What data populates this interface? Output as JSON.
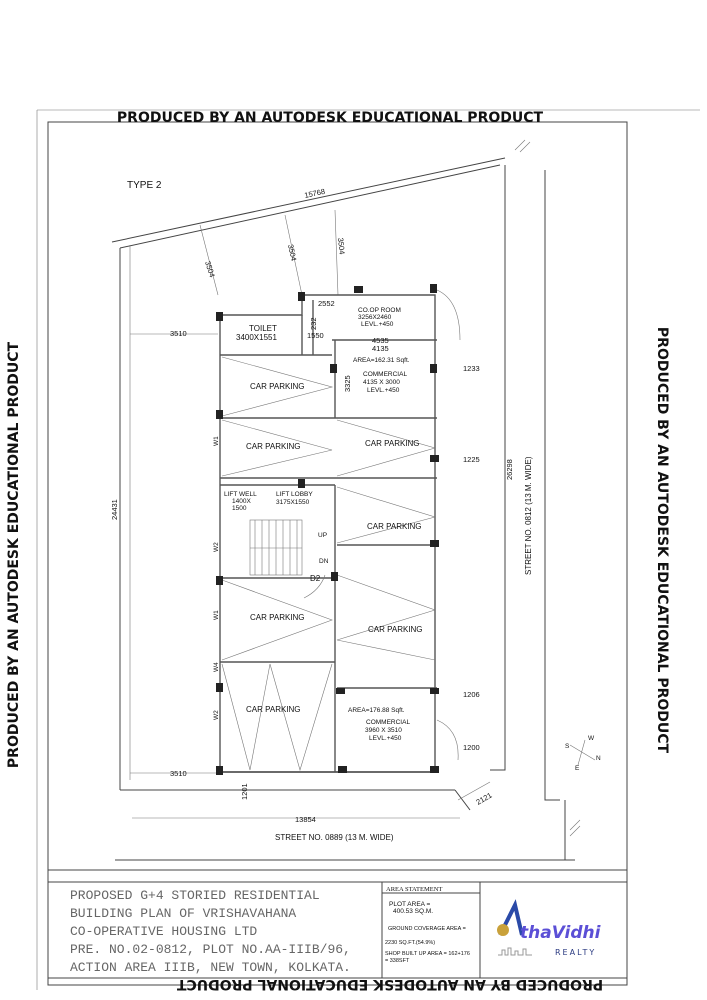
{
  "watermark": "PRODUCED BY AN AUTODESK EDUCATIONAL PRODUCT",
  "drawing_label": "TYPE 2",
  "dimensions": {
    "top_boundary": "15768",
    "setback_a": "3504",
    "setback_b": "3504",
    "setback_c": "3504",
    "left_top": "3510",
    "left_bottom": "3510",
    "left_height": "24431",
    "right_height": "26298",
    "bottom_width": "13854",
    "bottom_gap": "1201",
    "corner": "2121",
    "right_1233": "1233",
    "right_1225": "1225",
    "right_1206": "1206",
    "right_1200": "1200",
    "d2552": "2552",
    "d232": "232",
    "d1550": "1550",
    "d4535": "4535",
    "d4135": "4135",
    "d3325": "3325"
  },
  "rooms": {
    "toilet": "TOILET",
    "toilet_size": "3400X1551",
    "coop": "CO.OP ROOM",
    "coop_size": "3256X2460",
    "coop_level": "LEVL.+450",
    "comm1_area": "AREA=162.31 Sqft.",
    "comm1": "COMMERCIAL",
    "comm1_size": "4135 X 3000",
    "comm1_level": "LEVL.+450",
    "car_parking": "CAR PARKING",
    "lift_well": "LIFT WELL",
    "lift_well_size1": "1400X",
    "lift_well_size2": "1500",
    "lift_lobby": "LIFT LOBBY",
    "lift_lobby_size": "3175X1550",
    "up": "UP",
    "dn": "DN",
    "d2": "D2",
    "w1": "W1",
    "w2": "W2",
    "w4": "W4",
    "comm2_area": "AREA=176.88 Sqft.",
    "comm2": "COMMERCIAL",
    "comm2_size": "3960 X 3510",
    "comm2_level": "LEVL.+450"
  },
  "streets": {
    "right": "STREET NO. 0812 (13 M. WIDE)",
    "bottom": "STREET NO. 0889 (13 M. WIDE)"
  },
  "compass": {
    "w": "W",
    "s": "S",
    "n": "N",
    "e": "E"
  },
  "title_block": {
    "lines": [
      "PROPOSED G+4 STORIED RESIDENTIAL",
      "BUILDING PLAN OF VRISHAVAHANA",
      "CO-OPERATIVE HOUSING LTD",
      "PRE. NO.02-0812, PLOT NO.AA-IIIB/96,",
      "ACTION AREA IIIB, NEW TOWN, KOLKATA."
    ],
    "area_statement": {
      "heading": "AREA STATEMENT",
      "plot_area_label": "PLOT AREA =",
      "plot_area_value": "400.53 SQ.M.",
      "ground_coverage_label": "GROUND COVERAGE AREA =",
      "ground_coverage_value": "2230 SQ.FT.(54.9%)",
      "shop_label": "SHOP BUILT UP AREA = 162+176",
      "shop_value": "= 338SFT"
    },
    "logo": {
      "name": "ArthaVidhi",
      "sub": "REALTY"
    }
  }
}
